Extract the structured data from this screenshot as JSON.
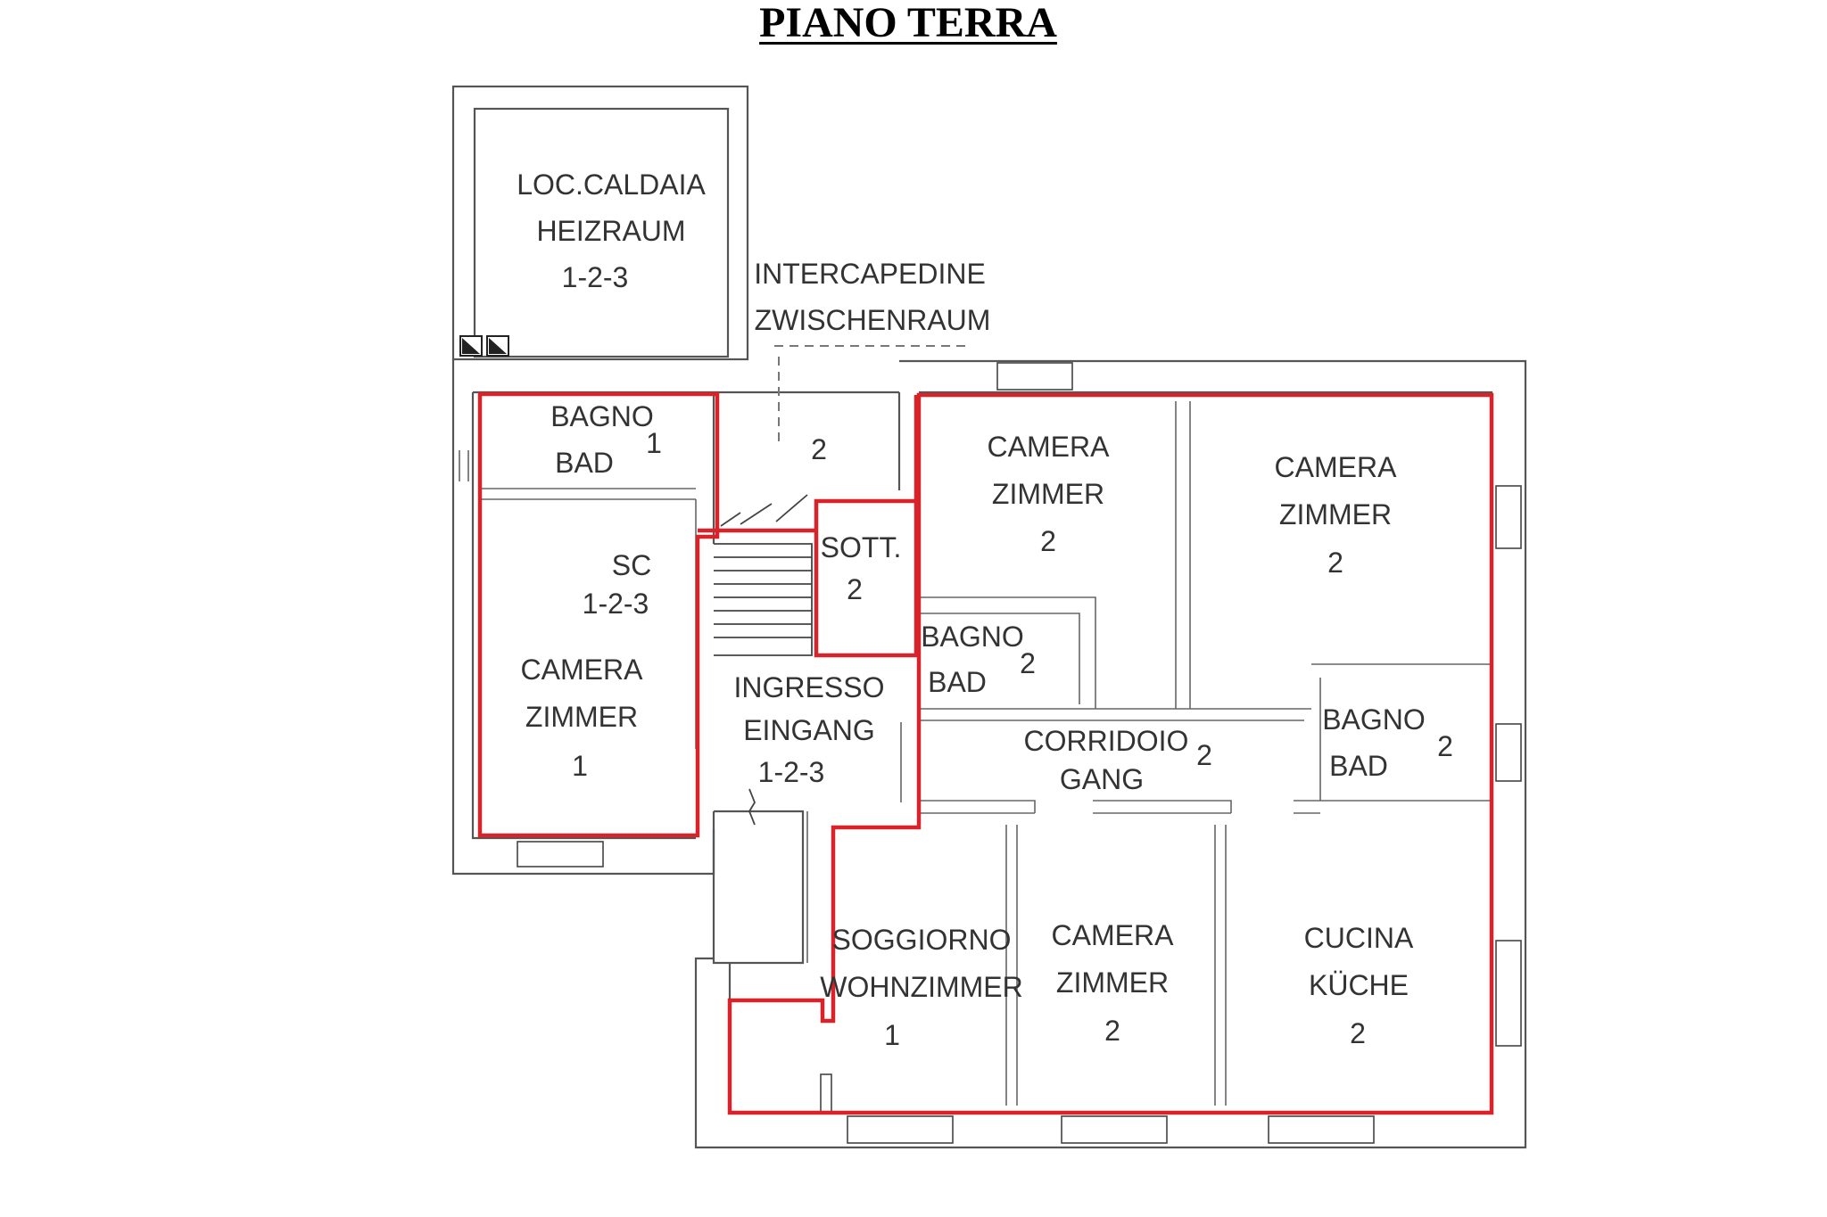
{
  "title": "PIANO TERRA",
  "colors": {
    "highlight": "#d8232a",
    "walls": "#555555",
    "text": "#333333"
  },
  "rooms": {
    "caldaia": {
      "line1": "LOC.CALDAIA",
      "line2": "HEIZRAUM",
      "num": "1-2-3"
    },
    "intercapedine": {
      "line1": "INTERCAPEDINE",
      "line2": "ZWISCHENRAUM"
    },
    "bagno_left": {
      "line1": "BAGNO",
      "line2": "BAD",
      "num": "1"
    },
    "landing": {
      "num": "2"
    },
    "sc": {
      "line1": "SC",
      "num": "1-2-3"
    },
    "camera_1": {
      "line1": "CAMERA",
      "line2": "ZIMMER",
      "num": "1"
    },
    "sott": {
      "line1": "SOTT.",
      "num": "2"
    },
    "ingresso": {
      "line1": "INGRESSO",
      "line2": "EINGANG",
      "num": "1-2-3"
    },
    "camera_top_mid": {
      "line1": "CAMERA",
      "line2": "ZIMMER",
      "num": "2"
    },
    "camera_top_right": {
      "line1": "CAMERA",
      "line2": "ZIMMER",
      "num": "2"
    },
    "bagno_mid": {
      "line1": "BAGNO",
      "line2": "BAD",
      "num": "2"
    },
    "corridoio": {
      "line1": "CORRIDOIO",
      "line2": "GANG",
      "num": "2"
    },
    "bagno_right": {
      "line1": "BAGNO",
      "line2": "BAD",
      "num": "2"
    },
    "soggiorno": {
      "line1": "SOGGIORNO",
      "line2": "WOHNZIMMER",
      "num": "1"
    },
    "camera_bottom": {
      "line1": "CAMERA",
      "line2": "ZIMMER",
      "num": "2"
    },
    "cucina": {
      "line1": "CUCINA",
      "line2": "KÜCHE",
      "num": "2"
    }
  }
}
